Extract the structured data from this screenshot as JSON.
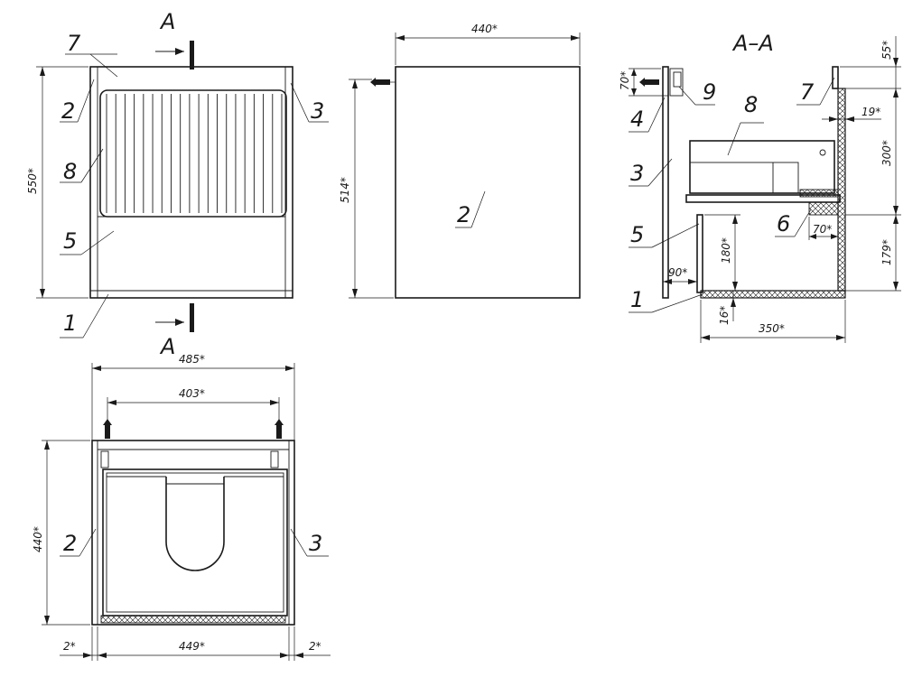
{
  "front_view": {
    "section_mark": "A",
    "dim_height": "550*",
    "callouts": [
      "7",
      "2",
      "3",
      "8",
      "5",
      "1"
    ]
  },
  "side_view": {
    "dim_width": "440*",
    "dim_height": "514*",
    "callout": "2"
  },
  "section_view": {
    "title": "A–A",
    "dims": {
      "top_offset": "55*",
      "rail_height": "70*",
      "wall_thickness": "19*",
      "drawer_height": "300*",
      "shelf_ledge": "70*",
      "bottom_gap": "179*",
      "lower_panel": "180*",
      "front_offset": "90*",
      "bottom_thickness": "16*",
      "depth": "350*"
    },
    "callouts": [
      "7",
      "9",
      "4",
      "8",
      "3",
      "6",
      "5",
      "1"
    ]
  },
  "top_view": {
    "dim_overall": "485*",
    "dim_mounts": "403*",
    "dim_depth": "440*",
    "dim_left_gap": "2*",
    "dim_inner": "449*",
    "dim_right_gap": "2*",
    "callouts": [
      "2",
      "3"
    ]
  }
}
